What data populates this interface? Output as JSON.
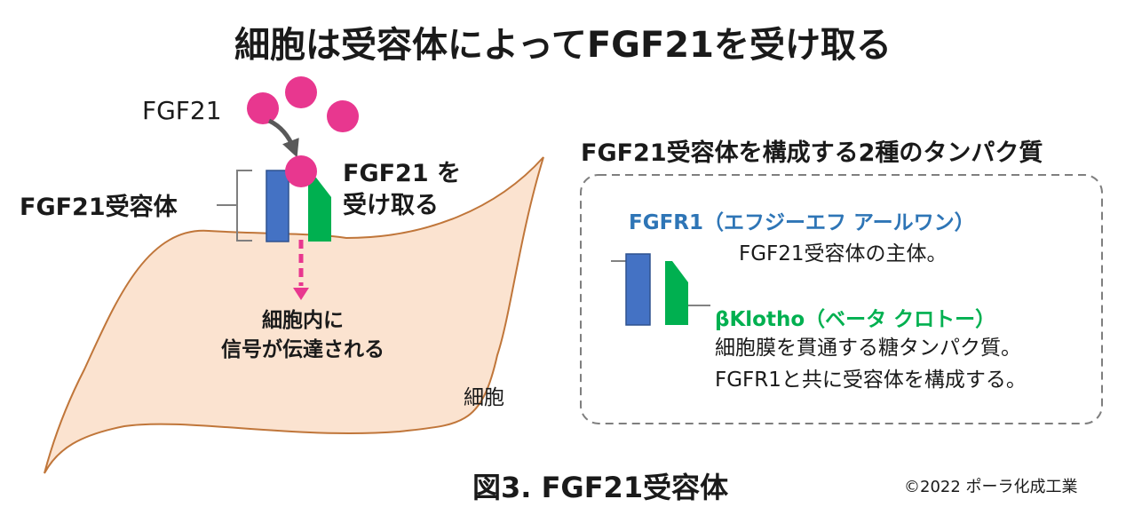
{
  "title": "細胞は受容体によってFGF21を受け取る",
  "diagram": {
    "ligand_label": "FGF21",
    "receptor_label": "FGF21受容体",
    "receive_label": [
      "FGF21 を",
      "受け取る"
    ],
    "signal_label": [
      "細胞内に",
      "信号が伝達される"
    ],
    "cell_label": "細胞"
  },
  "panel": {
    "heading": "FGF21受容体を構成する2種のタンパク質",
    "fgfr1": {
      "name": "FGFR1（エフジーエフ アールワン）",
      "description": "FGF21受容体の主体。"
    },
    "klotho": {
      "name": "βKlotho（ベータ クロトー）",
      "description": [
        "細胞膜を貫通する糖タンパク質。",
        "FGFR1と共に受容体を構成する。"
      ]
    }
  },
  "caption": "図3. FGF21受容体",
  "copyright": "©2022 ポーラ化成工業",
  "colors": {
    "fgf21_molecule": "#e8378f",
    "fgfr1": "#4472c4",
    "klotho": "#00b050",
    "cell_fill": "#fbe3d0",
    "cell_stroke": "#c0763a",
    "signal_arrow": "#e8378f",
    "fgfr1_text": "#2e75b6",
    "klotho_text": "#00b050",
    "arrow_gray": "#595959",
    "panel_border": "#7f7f7f"
  }
}
